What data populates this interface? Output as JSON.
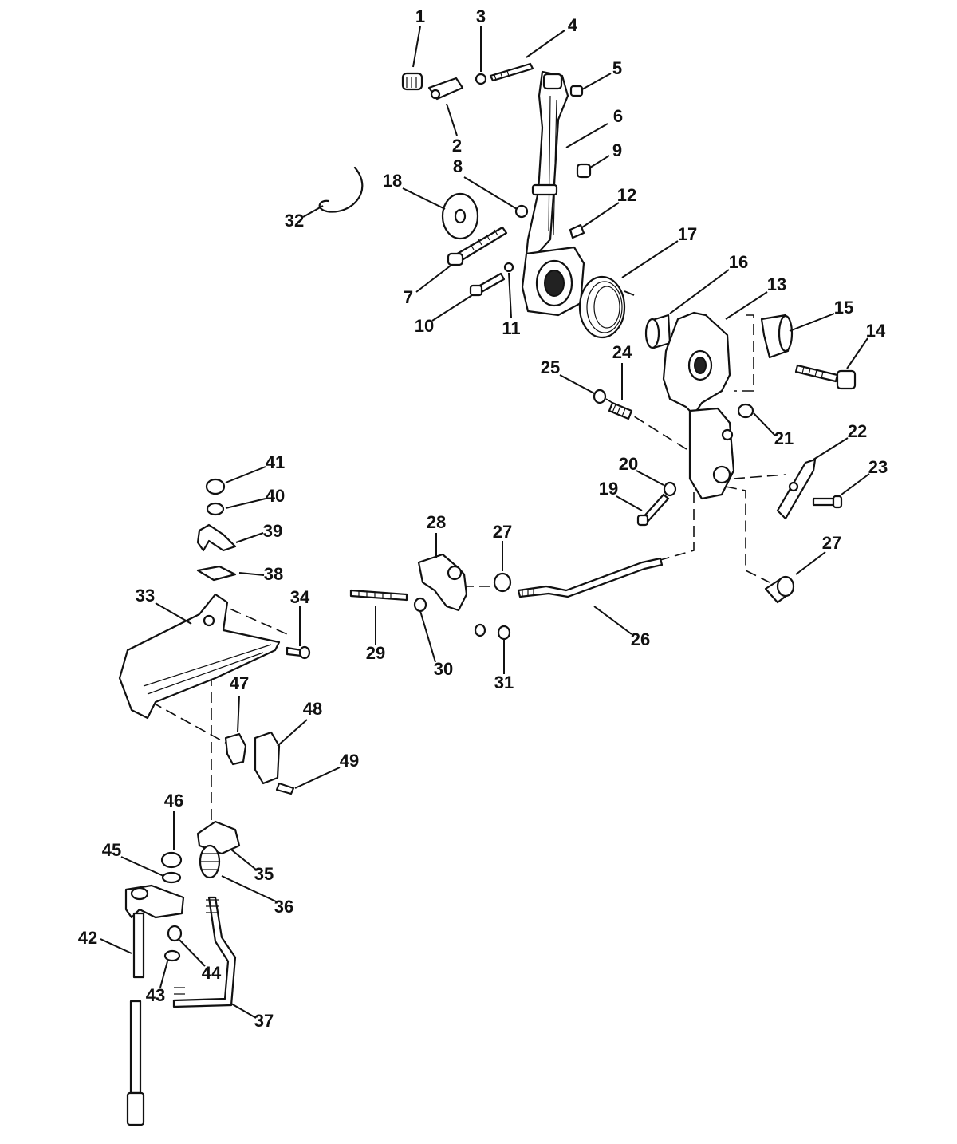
{
  "callouts": [
    "1",
    "2",
    "3",
    "4",
    "5",
    "6",
    "7",
    "8",
    "9",
    "10",
    "11",
    "12",
    "13",
    "14",
    "15",
    "16",
    "17",
    "18",
    "19",
    "20",
    "21",
    "22",
    "23",
    "24",
    "25",
    "26",
    "27",
    "27",
    "28",
    "29",
    "30",
    "31",
    "32",
    "33",
    "34",
    "35",
    "36",
    "37",
    "38",
    "39",
    "40",
    "41",
    "42",
    "43",
    "44",
    "45",
    "46",
    "47",
    "48",
    "49"
  ]
}
